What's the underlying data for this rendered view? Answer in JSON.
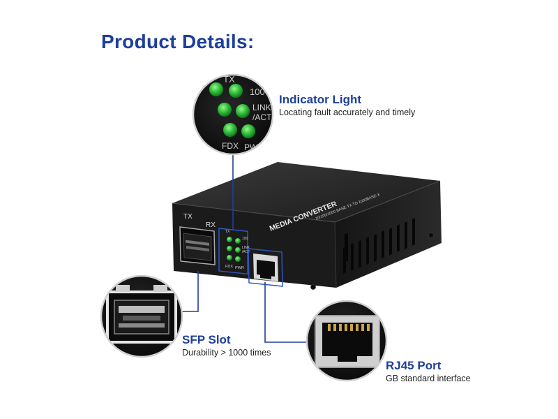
{
  "page": {
    "title": "Product Details:"
  },
  "callouts": {
    "indicator": {
      "title": "Indicator Light",
      "subtitle": "Locating fault accurately and timely"
    },
    "sfp": {
      "title": "SFP Slot",
      "subtitle": "Durability > 1000 times"
    },
    "rj45": {
      "title": "RJ45 Port",
      "subtitle": "GB standard interface"
    }
  },
  "device": {
    "label_main": "MEDIA CONVERTER",
    "label_spec": "10/100/1000 BASE-TX TO 1000BASE-X",
    "port_tx": "TX",
    "port_rx": "RX",
    "led_labels": [
      "TX",
      "100",
      "LINK",
      "/ACT",
      "FDX",
      "PWR"
    ],
    "zoom_led_labels": [
      "TX",
      "100",
      "LINK",
      "/ACT",
      "FDX",
      "PWR"
    ]
  },
  "colors": {
    "accent": "#1d3f9a",
    "led": "#2fbf3a",
    "body": "#1c1c1c"
  }
}
